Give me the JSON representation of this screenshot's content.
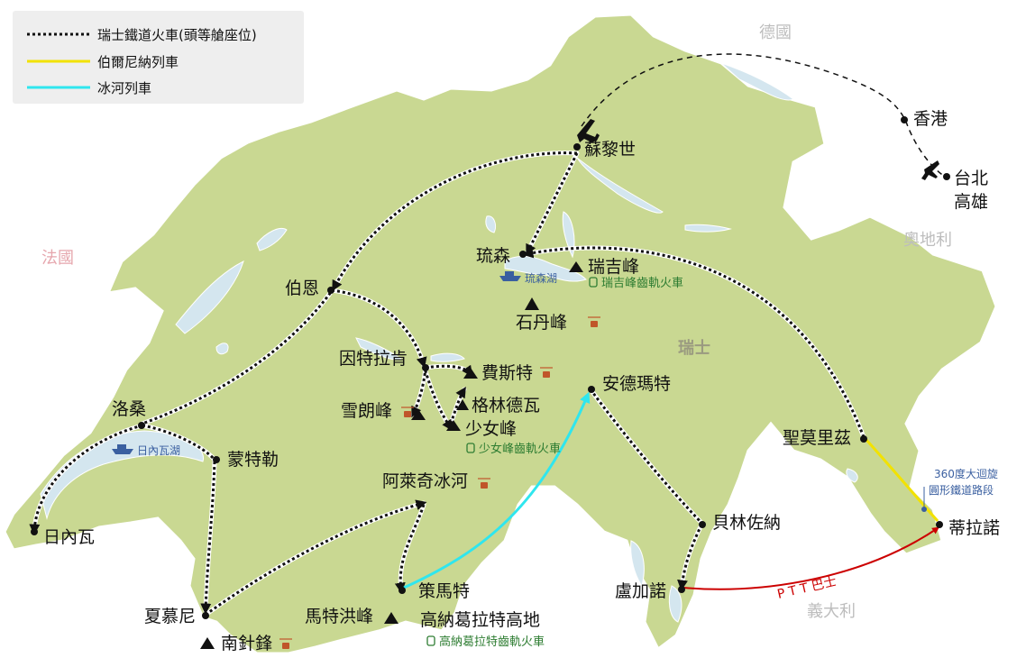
{
  "legend": {
    "items": [
      {
        "label": "瑞士鐵道火車(頭等艙座位)",
        "color": "#111111",
        "style": "dashed"
      },
      {
        "label": "伯爾尼納列車",
        "color": "#f2e200",
        "style": "solid"
      },
      {
        "label": "冰河列車",
        "color": "#2fe6ee",
        "style": "solid"
      }
    ]
  },
  "countries": {
    "germany": "德國",
    "france": "法國",
    "austria": "奧地利",
    "italy": "義大利",
    "switzerland": "瑞士"
  },
  "cities": {
    "zurich": "蘇黎世",
    "hongkong": "香港",
    "taipei": "台北",
    "kaohsiung": "高雄",
    "lucerne": "琉森",
    "rigi": "瑞吉峰",
    "stanserhorn": "石丹峰",
    "bern": "伯恩",
    "interlaken": "因特拉肯",
    "first": "費斯特",
    "schilthorn": "雪朗峰",
    "grindelwald": "格林德瓦",
    "jungfrau": "少女峰",
    "andermatt": "安德瑪特",
    "stmoritz": "聖莫里茲",
    "lausanne": "洛桑",
    "montreux": "蒙特勒",
    "geneva": "日內瓦",
    "aletsch": "阿萊奇冰河",
    "zermatt": "策馬特",
    "matterhorn": "馬特洪峰",
    "gornergrat": "高納葛拉特高地",
    "chamonix": "夏慕尼",
    "aiguille": "南針鋒",
    "bellinzona": "貝林佐納",
    "lugano": "盧加諾",
    "tirano": "蒂拉諾"
  },
  "notes": {
    "lake_lucerne": "琉森湖",
    "rigi_railway": "瑞吉峰齒軌火車",
    "lake_geneva": "日內瓦湖",
    "jungfrau_railway": "少女峰齒軌火車",
    "gornergrat_railway": "高納葛拉特齒軌火車",
    "spiral_line1": "360度大迴旋",
    "spiral_line2": "圓形鐵道路段",
    "ptt_bus": "P T T  巴士"
  },
  "colors": {
    "land": "#c9d892",
    "land_border": "#ffffff",
    "lake": "#d4e6ef",
    "rail": "#111111",
    "bernina": "#f2e200",
    "glacier": "#2fe6ee",
    "bus": "#cc0000",
    "country_label": "#bdbdbd",
    "france_label": "#e6a6ad",
    "swiss_label": "#9a9a80"
  },
  "icons": [
    "airplane-icon",
    "mountain-icon",
    "cable-car-icon",
    "boat-icon",
    "train-icon"
  ]
}
